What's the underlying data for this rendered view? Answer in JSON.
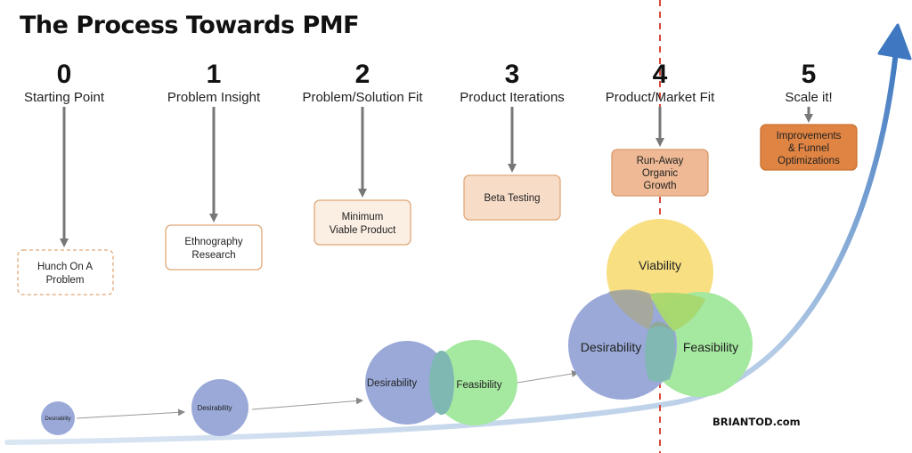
{
  "title": "The Process Towards PMF",
  "stages": [
    {
      "number": "0",
      "label": "Starting Point",
      "box": [
        "Hunch On A",
        "Problem"
      ]
    },
    {
      "number": "1",
      "label": "Problem Insight",
      "box": [
        "Ethnography",
        "Research"
      ]
    },
    {
      "number": "2",
      "label": "Problem/Solution Fit",
      "box": [
        "Minimum",
        "Viable Product"
      ]
    },
    {
      "number": "3",
      "label": "Product Iterations",
      "box": [
        "Beta Testing"
      ]
    },
    {
      "number": "4",
      "label": "Product/Market Fit",
      "box": [
        "Run-Away",
        "Organic",
        "Growth"
      ]
    },
    {
      "number": "5",
      "label": "Scale it!",
      "box": [
        "Improvements",
        "& Funnel",
        "Optimizations"
      ]
    }
  ],
  "circles": {
    "desirability": "Desirability",
    "feasibility": "Feasibility",
    "viability": "Viability"
  },
  "credit": "BRIANTOD.com",
  "colors": {
    "blue_circle": "#9aa9d8",
    "green_circle": "#a5e8a0",
    "yellow_circle": "#f7df82",
    "curve_light": "#c9d9ec",
    "curve_dark": "#4a80c4",
    "pmf_line": "#d8483a",
    "box_border": "#e0a878",
    "box_fill_light": "#f7dcc8",
    "box_fill_mid": "#eeb994",
    "box_fill_dark": "#e08443"
  }
}
